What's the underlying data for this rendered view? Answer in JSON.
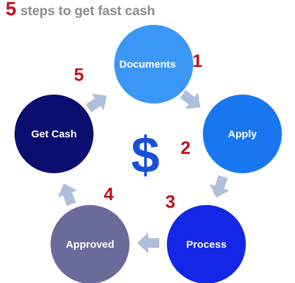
{
  "title": {
    "number": "5",
    "text": "steps to get fast cash"
  },
  "center_symbol": "$",
  "colors": {
    "title_number": "#c0111a",
    "title_text": "#8a8a8a",
    "step_number": "#c0111a",
    "arrow": "#aebfdc",
    "dollar": "#1a4fd8"
  },
  "steps": [
    {
      "label": "Documents",
      "number": "1",
      "color": "#3b97f5"
    },
    {
      "label": "Apply",
      "number": "2",
      "color": "#1776f0"
    },
    {
      "label": "Process",
      "number": "3",
      "color": "#1426e6"
    },
    {
      "label": "Approved",
      "number": "4",
      "color": "#6a6b9a"
    },
    {
      "label": "Get Cash",
      "number": "5",
      "color": "#0b0e6e"
    }
  ]
}
